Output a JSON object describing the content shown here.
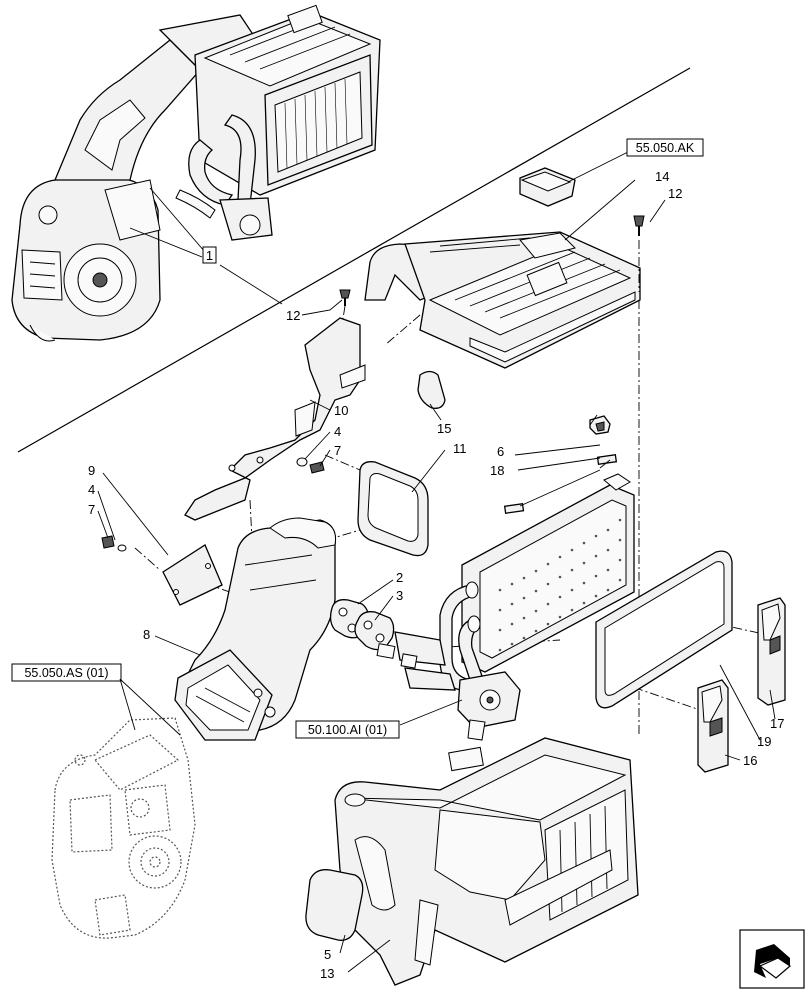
{
  "callouts": {
    "c1": "1",
    "c2": "2",
    "c3": "3",
    "c4a": "4",
    "c4b": "4",
    "c5": "5",
    "c6": "6",
    "c7a": "7",
    "c7b": "7",
    "c8": "8",
    "c9": "9",
    "c10": "10",
    "c11": "11",
    "c12a": "12",
    "c12b": "12",
    "c13": "13",
    "c14": "14",
    "c15": "15",
    "c16": "16",
    "c17": "17",
    "c18": "18",
    "c19": "19"
  },
  "references": {
    "r_ak": "55.050.AK",
    "r_as": "55.050.AS (01)",
    "r_ai": "50.100.AI (01)"
  },
  "nav_icon": "next-page-arrow-icon"
}
